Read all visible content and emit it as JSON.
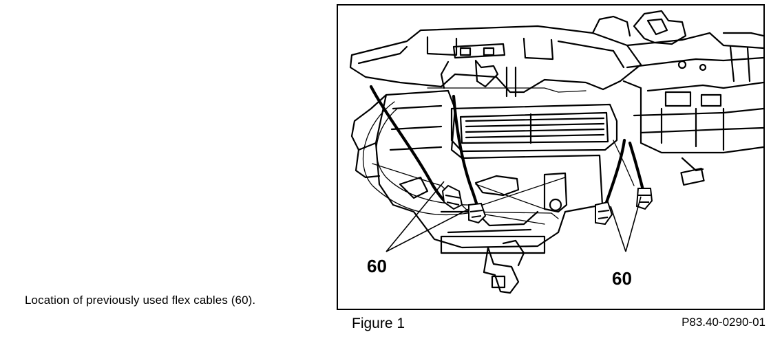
{
  "caption": "Location of previously used flex cables (60).",
  "figure": {
    "label": "Figure 1",
    "code": "P83.40-0290-01",
    "callouts": [
      "60",
      "60"
    ]
  },
  "colors": {
    "ink": "#000000",
    "paper": "#ffffff"
  },
  "icons": [
    "hvac-housing-line-drawing"
  ]
}
